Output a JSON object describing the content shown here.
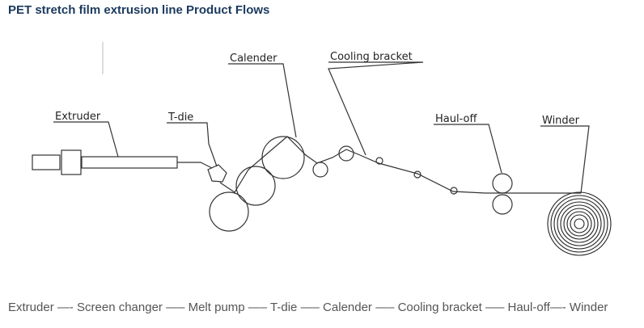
{
  "title": "PET stretch film extrusion line Product Flows",
  "labels": {
    "extruder": "Extruder",
    "tdie": "T-die",
    "calender": "Calender",
    "cooling": "Cooling bracket",
    "hauloff": "Haul-off",
    "winder": "Winder"
  },
  "caption": "Extruder —- Screen changer —– Melt pump —– T-die —– Calender —– Cooling bracket —– Haul-off—- Winder"
}
